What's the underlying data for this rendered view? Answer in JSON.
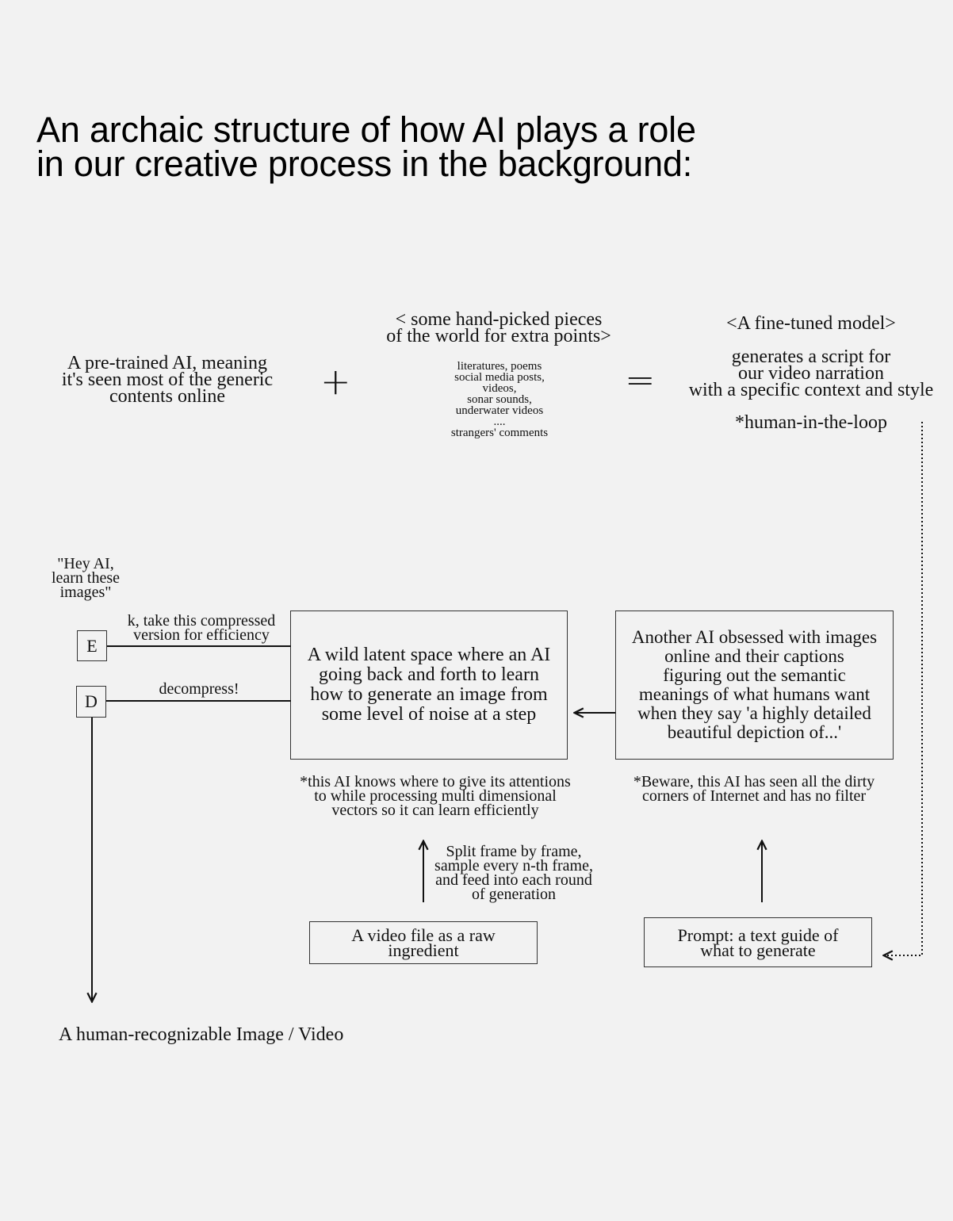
{
  "title": "An archaic structure of how AI plays a role\nin our creative process in the background:",
  "equation": {
    "pretrained": "A pre-trained AI, meaning\nit's seen most of the generic\ncontents online",
    "plus": "+",
    "handpicked_title": "< some hand-picked pieces\nof the world for extra points>",
    "handpicked_list": "literatures, poems\nsocial media posts,\nvideos,\nsonar sounds,\nunderwater videos\n....\nstrangers' comments",
    "equals": "=",
    "finetuned_title": "<A fine-tuned model>",
    "finetuned_desc": "generates a script for\nour video narration\nwith a specific context and style",
    "human_loop": "*human-in-the-loop"
  },
  "encoder": {
    "prompt_text": "\"Hey AI,\nlearn these\nimages\"",
    "e_label": "E",
    "e_note": "k, take this compressed\nversion for efficiency",
    "d_label": "D",
    "d_note": "decompress!"
  },
  "latent": {
    "text": "A wild latent space where an AI\ngoing back and forth to learn\nhow to generate an image from\nsome level of noise at a step",
    "note": "*this AI knows where to give its attentions\nto while processing multi dimensional\nvectors so it can learn efficiently"
  },
  "clip": {
    "text": "Another AI obsessed with images\nonline and their captions\nfiguring out the semantic\nmeanings of what humans want\nwhen they say 'a highly detailed\nbeautiful depiction of...'",
    "note": "*Beware, this AI has seen all the dirty\ncorners of Internet and has no filter"
  },
  "video": {
    "split_note": "Split frame by frame,\nsample every n-th frame,\nand feed into each round\nof generation",
    "box_text": "A video file as a raw\ningredient"
  },
  "prompt": {
    "box_text": "Prompt: a text guide of\nwhat to generate"
  },
  "output": "A human-recognizable Image / Video"
}
